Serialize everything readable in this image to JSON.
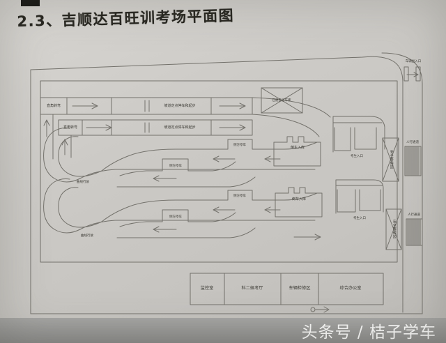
{
  "page": {
    "title": "2.3、吉顺达百旺训考场平面图",
    "watermark": "头条号 / 桔子学车"
  },
  "labels": {
    "entrance": "车辆出入口",
    "right_angle_turn": "直角转弯",
    "ramp_stop_start": "坡道定点停车和起步",
    "side_parking": "侧方停车",
    "curve_driving": "曲线行驶",
    "reverse_parking": "倒车入库",
    "existing_building": "已建多层车库",
    "safety_waiting_area": "安全等候区",
    "pedestrian_walkway": "人行通道",
    "examinee_entrance": "考生入口"
  },
  "rooms": [
    {
      "label": "监控室"
    },
    {
      "label": "科二候考厅"
    },
    {
      "label": "车辆检修区"
    },
    {
      "label": "综合办公室"
    }
  ]
}
